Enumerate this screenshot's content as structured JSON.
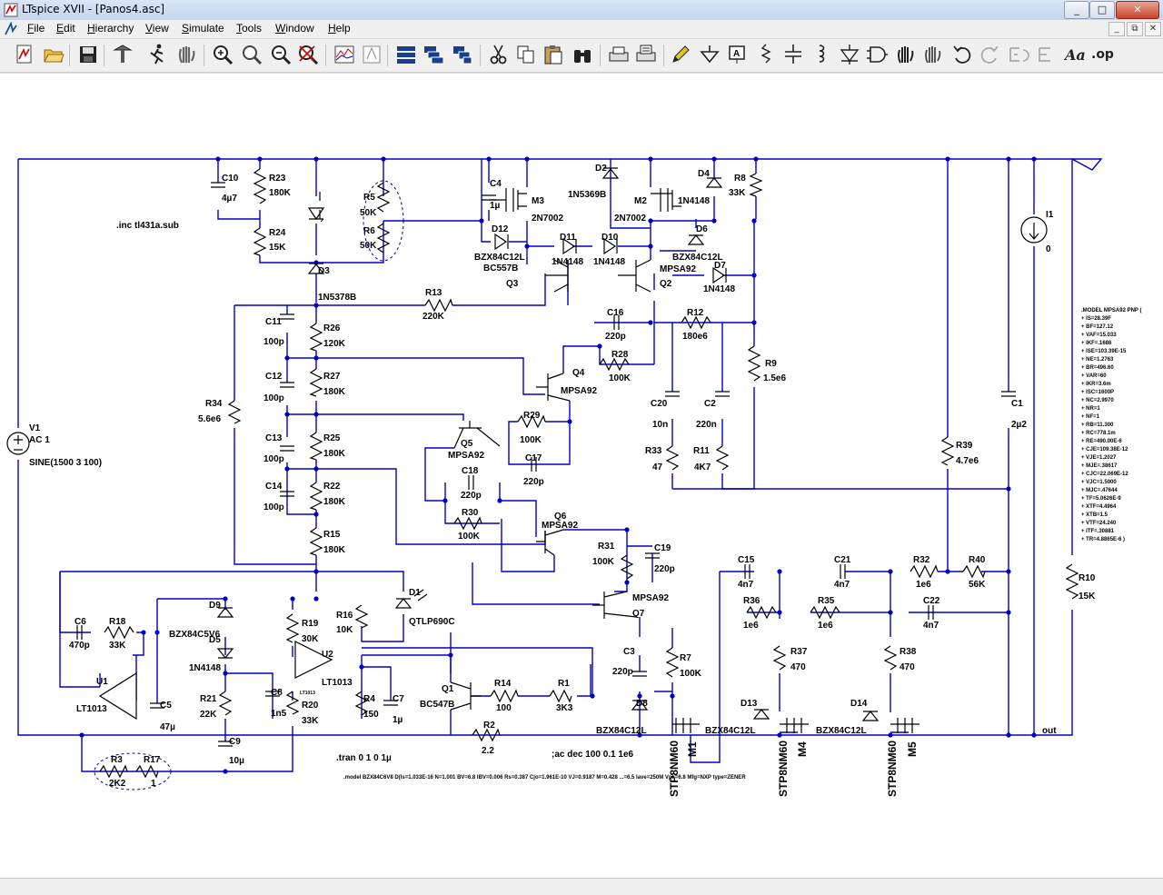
{
  "window": {
    "title": "LTspice XVII - [Panos4.asc]",
    "controls": [
      "_",
      "□",
      "✕"
    ],
    "mdi_controls": [
      "_",
      "⧉",
      "✕"
    ]
  },
  "menu": [
    "File",
    "Edit",
    "Hierarchy",
    "View",
    "Simulate",
    "Tools",
    "Window",
    "Help"
  ],
  "toolbar": {
    "icons": [
      "new-schematic-icon",
      "open-icon",
      "save-icon",
      "control-panel-icon",
      "run-icon",
      "halt-icon",
      "zoom-in-icon",
      "zoom-pan-icon",
      "zoom-out-icon",
      "zoom-cancel-icon",
      "plot-icon",
      "tile-icon",
      "tile-horiz-icon",
      "tile-vert-icon",
      "cascade-icon",
      "cut-icon",
      "copy-icon",
      "paste-icon",
      "find-icon",
      "print-setup-icon",
      "print-icon",
      "pencil-icon",
      "ground-icon",
      "label-icon",
      "resistor-icon",
      "capacitor-icon",
      "inductor-icon",
      "diode-icon",
      "component-icon",
      "move-icon",
      "drag-icon",
      "undo-icon",
      "redo-icon",
      "rotate-icon",
      "mirror-icon",
      "text-icon",
      "spice-directive-icon"
    ],
    "text_buttons": {
      "text": "Aa",
      "directive": ".op"
    }
  },
  "schematic": {
    "directives": {
      "include": ".inc tl431a.sub",
      "tran": ".tran 0 1 0 1µ",
      "ac": ";ac dec 100 0.1 1e6",
      "zener_model": ".model BZX84C6V8 D(Is=1.033E-16 N=1.001 BV=6.8 IBV=0.006 Rs=0.387 Cjo=1.961E-10 VJ=0.9187 M=0.428 ...=6.5 Iave=250M Vpk=6.8 Mfg=NXP type=ZENER",
      "pnp_model": [
        ".MODEL MPSA92 PNP (",
        "+ IS=28.39F",
        "+ BF=127.12",
        "+ VAF=15.033",
        "+ IKF=.1686",
        "+ ISE=103.39E-15",
        "+ NE=1.2763",
        "+ BR=496.60",
        "+ VAR=60",
        "+ IKR=3.6m",
        "+ ISC=1600P",
        "+ NC=2.9970",
        "+ NR=1",
        "+ NF=1",
        "+ RB=11.300",
        "+ RC=778.1m",
        "+ RE=490.00E-6",
        "+ CJE=109.38E-12",
        "+ VJE=1.2027",
        "+ MJE=.38617",
        "+ CJC=22.069E-12",
        "+ VJC=1.5000",
        "+ MJC=.47644",
        "+ TF=5.0626E-9",
        "+ XTF=4.4964",
        "+ XTB=1.5",
        "+ VTF=24.240",
        "+ ITF=.30881",
        "+ TR=4.8865E-6 )"
      ]
    },
    "net_labels": {
      "out": "out",
      "chip": "LT1013"
    },
    "components": {
      "C10": [
        "C10",
        "4µ7"
      ],
      "R23": [
        "R23",
        "180K"
      ],
      "R24": [
        "R24",
        "15K"
      ],
      "R5": [
        "R5",
        "50K"
      ],
      "R6": [
        "R6",
        "50K"
      ],
      "C4": [
        "C4",
        "1µ"
      ],
      "M3": [
        "M3",
        "2N7002"
      ],
      "D2": [
        "D2",
        "1N5369B"
      ],
      "M2": [
        "M2",
        "2N7002"
      ],
      "D4": [
        "D4",
        "1N4148"
      ],
      "R8": [
        "R8",
        "33K"
      ],
      "D12": [
        "D12",
        "BZX84C12L"
      ],
      "D11": [
        "D11",
        "1N4148"
      ],
      "D10": [
        "D10",
        "1N4148"
      ],
      "D6": [
        "D6",
        "BZX84C12L"
      ],
      "Q3": [
        "Q3",
        "BC557B"
      ],
      "Q2": [
        "Q2",
        "MPSA92"
      ],
      "D7": [
        "D7",
        "1N4148"
      ],
      "D3": [
        "D3",
        "1N5378B"
      ],
      "R13": [
        "R13",
        "220K"
      ],
      "C11": [
        "C11",
        "100p"
      ],
      "R26": [
        "R26",
        "120K"
      ],
      "C16": [
        "C16",
        "220p"
      ],
      "R12": [
        "R12",
        "180e6"
      ],
      "R28": [
        "R28",
        "100K"
      ],
      "R9": [
        "R9",
        "1.5e6"
      ],
      "C12": [
        "C12",
        "100p"
      ],
      "R27": [
        "R27",
        "180K"
      ],
      "Q4": [
        "Q4",
        "MPSA92"
      ],
      "R34": [
        "R34",
        "5.6e6"
      ],
      "C20": [
        "C20",
        "10n"
      ],
      "C2": [
        "C2",
        "220n"
      ],
      "C13": [
        "C13",
        "100p"
      ],
      "R25": [
        "R25",
        "180K"
      ],
      "R29": [
        "R29",
        "100K"
      ],
      "Q5": [
        "Q5",
        "MPSA92"
      ],
      "C17": [
        "C17",
        "220p"
      ],
      "R33": [
        "R33",
        "47"
      ],
      "R11": [
        "R11",
        "4K7"
      ],
      "C14": [
        "C14",
        "100p"
      ],
      "R22": [
        "R22",
        "180K"
      ],
      "C18": [
        "C18",
        "220p"
      ],
      "R30": [
        "R30",
        "100K"
      ],
      "Q6": [
        "Q6",
        "MPSA92"
      ],
      "R15": [
        "R15",
        "180K"
      ],
      "R31": [
        "R31",
        "100K"
      ],
      "C19": [
        "C19",
        "220p"
      ],
      "R39": [
        "R39",
        "4.7e6"
      ],
      "C1": [
        "C1",
        "2µ2"
      ],
      "I1": [
        "I1",
        "0"
      ],
      "V1": [
        "V1",
        "AC 1",
        "SINE(1500 3 100)"
      ],
      "C15": [
        "C15",
        "4n7"
      ],
      "C21": [
        "C21",
        "4n7"
      ],
      "R32": [
        "R32",
        "1e6"
      ],
      "R40": [
        "R40",
        "56K"
      ],
      "R10": [
        "R10",
        "15K"
      ],
      "C6": [
        "C6",
        "470p"
      ],
      "R18": [
        "R18",
        "33K"
      ],
      "D9": [
        "D9",
        "BZX84C5V6"
      ],
      "D5": [
        "D5",
        "1N4148"
      ],
      "R19": [
        "R19",
        "30K"
      ],
      "U2": [
        "U2",
        "LT1013"
      ],
      "R16": [
        "R16",
        "10K"
      ],
      "D1": [
        "D1",
        "QTLP690C"
      ],
      "Q7": [
        "Q7",
        "MPSA92"
      ],
      "R36": [
        "R36",
        "1e6"
      ],
      "R35": [
        "R35",
        "1e6"
      ],
      "C22": [
        "C22",
        "4n7"
      ],
      "U1": [
        "U1",
        "LT1013"
      ],
      "C5": [
        "C5",
        "47µ"
      ],
      "R21": [
        "R21",
        "22K"
      ],
      "C8": [
        "C8",
        "1n5"
      ],
      "R20": [
        "R20",
        "33K"
      ],
      "R4": [
        "R4",
        "150"
      ],
      "C7": [
        "C7",
        "1µ"
      ],
      "Q1": [
        "Q1",
        "BC547B"
      ],
      "R14": [
        "R14",
        "100"
      ],
      "R1": [
        "R1",
        "3K3"
      ],
      "C3": [
        "C3",
        "220p"
      ],
      "R7": [
        "R7",
        "100K"
      ],
      "R37": [
        "R37",
        "470"
      ],
      "R38": [
        "R38",
        "470"
      ],
      "D8": [
        "D8",
        "BZX84C12L"
      ],
      "D13": [
        "D13",
        "BZX84C12L"
      ],
      "D14": [
        "D14",
        "BZX84C12L"
      ],
      "R2": [
        "R2",
        "2.2"
      ],
      "C9": [
        "C9",
        "10µ"
      ],
      "R3": [
        "R3",
        "2K2"
      ],
      "R17": [
        "R17",
        "1"
      ],
      "M1": [
        "M1",
        "STP8NM60"
      ],
      "M4": [
        "M4",
        "STP8NM60"
      ],
      "M5": [
        "M5",
        "STP8NM60"
      ]
    }
  }
}
